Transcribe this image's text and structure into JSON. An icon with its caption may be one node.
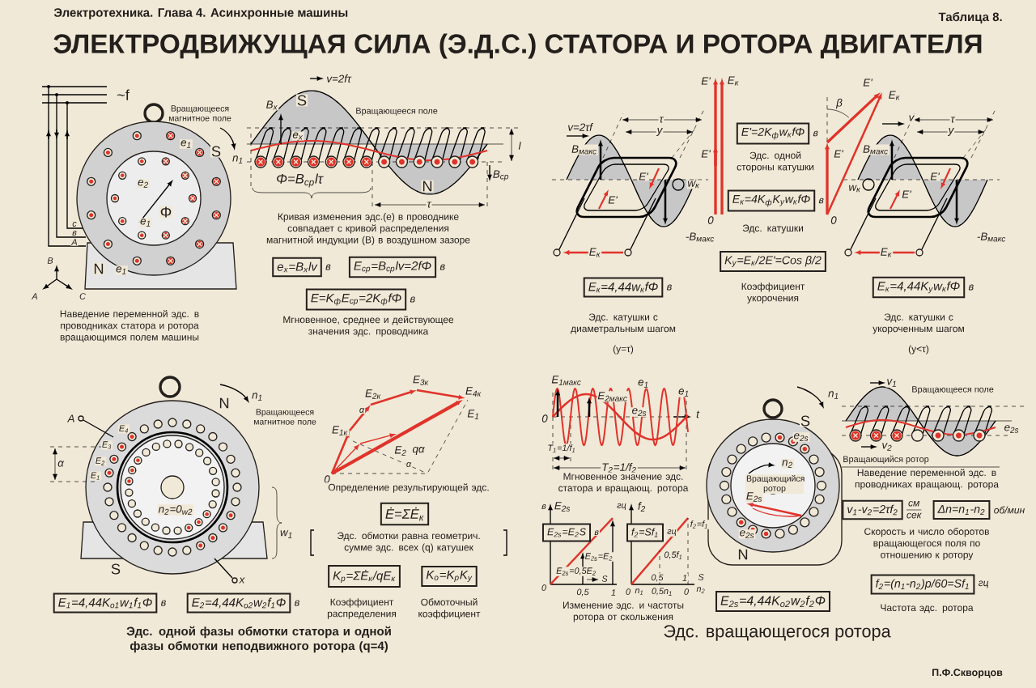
{
  "diagram": {
    "title": "ЭЛЕКТРОДВИЖУЩАЯ СИЛА (Э.Д.С.) СТАТОРА И РОТОРА ДВИГАТЕЛЯ",
    "nodes": [
      {
        "text": [
          "e$_{x}$=B$_{x}$lv"
        ],
        "beside": [
          "в"
        ]
      },
      {
        "text": [
          "E$_{ср}$=B$_{ср}$lv=2fΦ"
        ],
        "beside": [
          "в"
        ]
      },
      {
        "text": [
          "E=K$_{ф}$E$_{ср}$=2K$_{ф}$fΦ"
        ],
        "beside": [
          "в"
        ]
      },
      {
        "text": [
          "E$_{к}$=4,44w$_{к}$fΦ"
        ],
        "beside": [
          "в"
        ]
      },
      {
        "text": [
          "E'=2K$_{ф}$w$_{к}$fΦ"
        ],
        "beside": [
          "в"
        ]
      },
      {
        "text": [
          "E$_{к}$=4K$_{ф}$K$_{у}$w$_{к}$fΦ"
        ],
        "beside": [
          "в"
        ]
      },
      {
        "text": [
          "K$_{у}$=E$_{к}$/2E'=Cos β/2"
        ]
      },
      {
        "text": [
          "E$_{к}$=4,44K$_{у}$w$_{к}$fΦ"
        ],
        "beside": [
          "в"
        ]
      },
      {
        "text": [
          "E$_{1}$=4,44K$_{о1}$w$_{1}$f$_{1}$Φ"
        ],
        "beside": [
          "в"
        ]
      },
      {
        "text": [
          "E$_{2}$=4,44K$_{о2}$w$_{2}$f$_{1}$Φ"
        ],
        "beside": [
          "в"
        ]
      },
      {
        "text": [
          "Ė=ΣĖ$_{к}$"
        ]
      },
      {
        "text": [
          "K$_{р}$=ΣĖ$_{к}$/qE$_{к}$"
        ]
      },
      {
        "text": [
          "K$_{о}$=K$_{р}$K$_{у}$"
        ]
      },
      {
        "text": [
          "E$_{2s}$=E$_{2}$S"
        ],
        "beside": [
          "в"
        ]
      },
      {
        "text": [
          "f$_{2}$=Sf$_{1}$"
        ],
        "beside": [
          "гц"
        ]
      },
      {
        "text": [
          "E$_{2s}$=4,44K$_{о2}$w$_{2}$f$_{2}$Φ"
        ]
      },
      {
        "text": [
          "v$_{1}$-v$_{2}$=2τf$_{2}$"
        ],
        "beside": [
          "см",
          "сек"
        ]
      },
      {
        "text": [
          "Δn=n$_{1}$-n$_{2}$"
        ],
        "beside": [
          "об/мин"
        ]
      },
      {
        "text": [
          "f$_{2}$=(n$_{1}$-n$_{2}$)p/60=Sf$_{1}$"
        ],
        "beside": [
          "гц"
        ]
      }
    ],
    "labels": [
      "Электротехника. Глава 4. Асинхронные машины",
      "Таблица 8.",
      "~f",
      "Вращающееся магнитное поле",
      "S",
      "n$_{1}$",
      "e$_{1}$",
      "e$_{2}$",
      "Φ",
      "e$_{1}$",
      "N",
      "e$_{1}$",
      "c",
      "в",
      "A",
      "B",
      "A",
      "C",
      "Наведение переменной эдс. в проводниках статора и ротора вращающимся полем машины",
      "B$_{x}$",
      "S",
      "v=2fτ",
      "Вращающееся поле",
      "e$_{x}$",
      "l",
      "Φ=B$_{ср}$lτ",
      "N",
      "B$_{ср}$",
      "τ",
      "Кривая изменения эдс.(е) в проводнике совпадает с кривой распределения магнитной индукции (В) в воздушном зазоре",
      "Мгновенное, среднее и действующее значения эдс. проводника",
      "v=2τf",
      "τ",
      "y",
      "B$_{макс}$",
      "w$_{к}$",
      "E'",
      "E'",
      "-B$_{макс}$",
      "E$_{к}$",
      "Эдс. катушки с диаметральным шагом",
      "(y=τ)",
      "E'",
      "E$_{к}$",
      "E'",
      "0",
      "Эдс. одной стороны катушки",
      "Эдс. катушки",
      "Коэффициент укорочения",
      "E'",
      "E$_{к}$",
      "β",
      "v",
      "E'",
      "0",
      "τ",
      "y",
      "B$_{макс}$",
      "w$_{к}$",
      "E'",
      "E'",
      "-B$_{макс}$",
      "E$_{к}$",
      "Эдс. катушки с укороченным шагом",
      "(y<τ)",
      "A",
      "α",
      "E$_{4}$",
      "E$_{3}$",
      "E$_{2}$",
      "E$_{1}$",
      "N",
      "n$_{1}$",
      "Вращающееся магнитное поле",
      "n$_{2}$=0$_{w2}$",
      "w$_{1}$",
      "S",
      "x",
      "Эдс. одной фазы обмотки статора и одной фазы обмотки неподвижного ротора (q=4)",
      "E$_{2к}$",
      "E$_{3к}$",
      "E$_{4к}$",
      "E$_{1}$",
      "E$_{1к}$",
      "α",
      "E$_{2}$",
      "qα",
      "α",
      "0",
      "Определение результирующей эдс.",
      "Эдс. обмотки равна геометрич. сумме эдс. всех (q) катушек",
      "Коэффициент распределения",
      "Обмоточный коэффициент",
      "E$_{1макс}$",
      "E$_{2макс}$",
      "e$_{1}$",
      "e$_{1}$",
      "e$_{2s}$",
      "t",
      "0",
      "T$_{1}$=1/f$_{1}$",
      "T$_{2}$=1/f$_{2}$",
      "Мгновенное значение эдс. статора и вращающ. ротора",
      "в",
      "E$_{2s}$",
      "гц",
      "f$_{2}$",
      "E$_{2s}$=E$_{2}$",
      "E$_{2s}$=0,5E$_{2}$",
      "S",
      "0",
      "0,5",
      "1",
      "0,5f$_{1}$",
      "f$_{2}$=f$_{1}$",
      "0,5",
      "1",
      "0",
      "n$_{1}$",
      "0,5n$_{1}$",
      "0",
      "S",
      "n$_{2}$",
      "Изменение эдс. и частоты ротора от скольжения",
      "Эдс. вращающегося ротора",
      "n$_{1}$",
      "S",
      "e$_{2s}$",
      "n$_{2}$",
      "Вращающийся ротор",
      "E$_{2s}$",
      "e$_{2s}$",
      "N",
      "v$_{1}$",
      "Вращающееся поле",
      "e$_{2s}$",
      "v$_{2}$",
      "Вращающийся ротор",
      "Наведение переменной эдс. в проводниках вращающ. ротора",
      "Скорость и число оборотов вращающегося поля по отношению к ротору",
      "Частота эдс. ротора",
      "П.Ф.Скворцов"
    ]
  }
}
